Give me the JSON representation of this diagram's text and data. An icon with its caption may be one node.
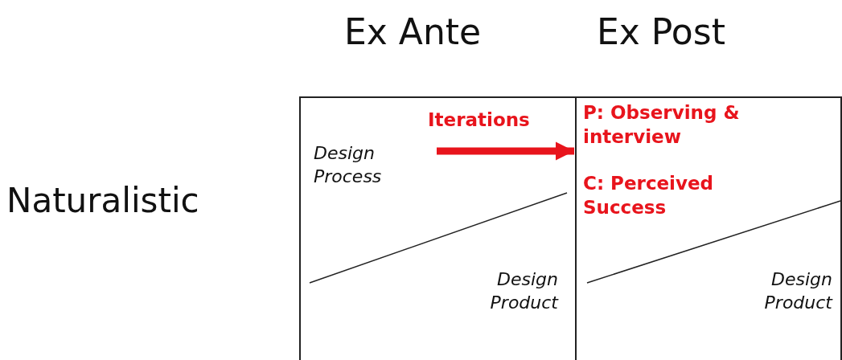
{
  "diagram": {
    "nodes": [
      {
        "text": [
          "Design Process",
          "Design Product"
        ]
      },
      {
        "text": [
          "P: Observing & interview",
          "C: Perceived Success",
          "Design Product"
        ]
      }
    ],
    "edges": [
      {
        "from": 0,
        "to": 1,
        "arrow": "to",
        "label": "Iterations",
        "color": "#e8141c"
      }
    ],
    "labels": [
      "Ex Ante",
      "Ex Post",
      "Naturalistic"
    ]
  }
}
